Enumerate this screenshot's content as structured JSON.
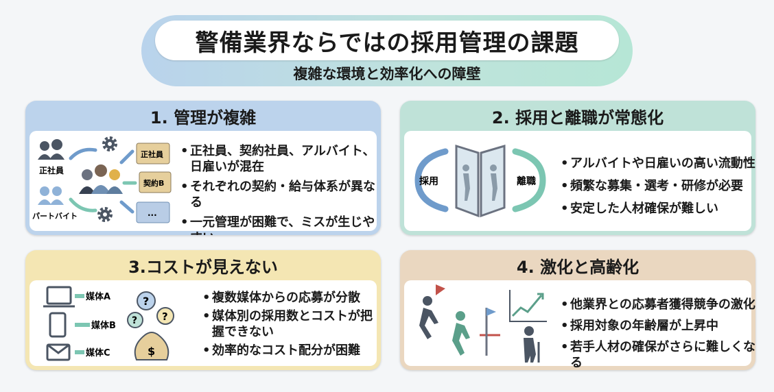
{
  "header": {
    "title": "警備業界ならではの採用管理の課題",
    "subtitle": "複雑な環境と効率化への障壁"
  },
  "cards": [
    {
      "heading": "1. 管理が複雑",
      "bullets": [
        "正社員、契約社員、アルバイト、日雇いが混在",
        "それぞれの契約・給与体系が異なる",
        "一元管理が困難で、ミスが生じやすい"
      ],
      "labels": {
        "fulltime": "正社員",
        "parttime": "パートバイト",
        "folder_a": "正社員",
        "folder_b": "契約B",
        "folder_c": "..."
      }
    },
    {
      "heading": "2. 採用と離職が常態化",
      "bullets": [
        "アルバイトや日雇いの高い流動性",
        "頻繁な募集・選考・研修が必要",
        "安定した人材確保が難しい"
      ],
      "labels": {
        "hire": "採用",
        "leave": "離職"
      }
    },
    {
      "heading": "3.コストが見えない",
      "bullets": [
        "複数媒体からの応募が分散",
        "媒体別の採用数とコストが把握できない",
        "効率的なコスト配分が困難"
      ],
      "labels": {
        "media_a": "媒体A",
        "media_b": "媒体B",
        "media_c": "媒体C",
        "question": "?",
        "money": "$"
      }
    },
    {
      "heading": "4. 激化と高齢化",
      "bullets": [
        "他業界との応募者獲得競争の激化",
        "採用対象の年齢層が上昇中",
        "若手人材の確保がさらに難しくなる"
      ]
    }
  ],
  "colors": {
    "card1": "#bcd3ec",
    "card2": "#bfe2d8",
    "card3": "#f4e6b3",
    "card4": "#ead7c0",
    "arrow_blue": "#6f9bcb",
    "arrow_teal": "#7cc6b2",
    "folder": "#e6cf9c"
  }
}
